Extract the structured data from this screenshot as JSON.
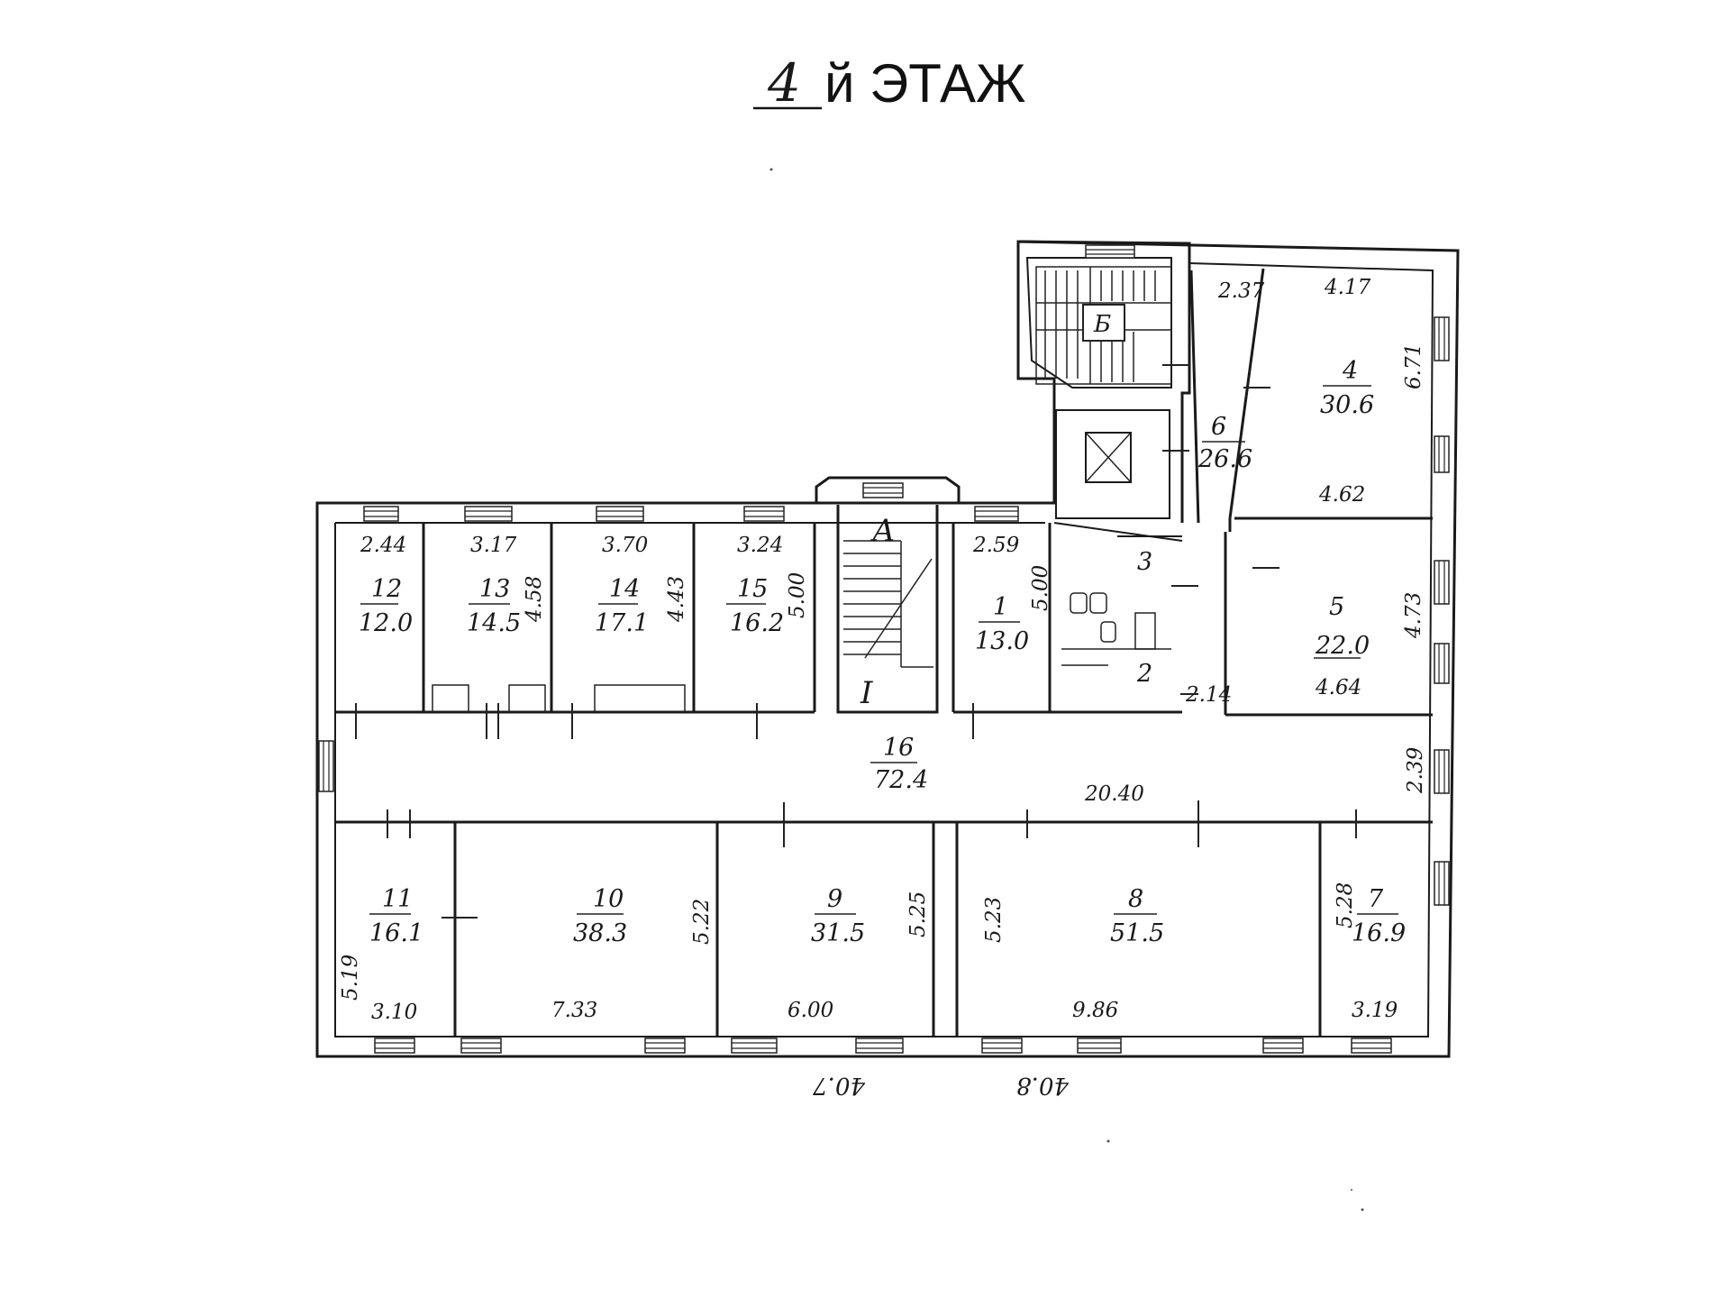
{
  "title": {
    "floor_number": "4",
    "suffix": "й ЭТАЖ"
  },
  "rooms": [
    {
      "id": "12",
      "number": "12",
      "area": "12.0",
      "dims": [
        "2.44"
      ]
    },
    {
      "id": "13",
      "number": "13",
      "area": "14.5",
      "dims": [
        "3.17",
        "4.58"
      ]
    },
    {
      "id": "14",
      "number": "14",
      "area": "17.1",
      "dims": [
        "3.70",
        "4.43"
      ]
    },
    {
      "id": "15",
      "number": "15",
      "area": "16.2",
      "dims": [
        "3.24",
        "5.00"
      ]
    },
    {
      "id": "1",
      "number": "1",
      "area": "13.0",
      "dims": [
        "2.59",
        "5.00"
      ]
    },
    {
      "id": "3",
      "number": "3",
      "area": "",
      "dims": []
    },
    {
      "id": "2",
      "number": "2",
      "area": "",
      "dims": [
        "2.14"
      ]
    },
    {
      "id": "5",
      "number": "5",
      "area": "22.0",
      "dims": [
        "4.73",
        "4.64"
      ]
    },
    {
      "id": "6",
      "number": "6",
      "area": "26.6",
      "dims": [
        "2.37"
      ]
    },
    {
      "id": "4",
      "number": "4",
      "area": "30.6",
      "dims": [
        "4.17",
        "6.71",
        "4.62"
      ]
    },
    {
      "id": "16",
      "number": "16",
      "area": "72.4",
      "dims": [
        "20.40",
        "2.39"
      ]
    },
    {
      "id": "11",
      "number": "11",
      "area": "16.1",
      "dims": [
        "3.10",
        "5.19"
      ]
    },
    {
      "id": "10",
      "number": "10",
      "area": "38.3",
      "dims": [
        "7.33",
        "5.22"
      ]
    },
    {
      "id": "9",
      "number": "9",
      "area": "31.5",
      "dims": [
        "6.00",
        "5.25"
      ]
    },
    {
      "id": "8",
      "number": "8",
      "area": "51.5",
      "dims": [
        "9.86",
        "5.23"
      ]
    },
    {
      "id": "7",
      "number": "7",
      "area": "16.9",
      "dims": [
        "3.19",
        "5.28"
      ]
    }
  ],
  "stairs": {
    "main_label": "А",
    "main_level": "I",
    "service_label": "Б"
  },
  "bottom_notes": [
    "40.7",
    "40.8"
  ]
}
